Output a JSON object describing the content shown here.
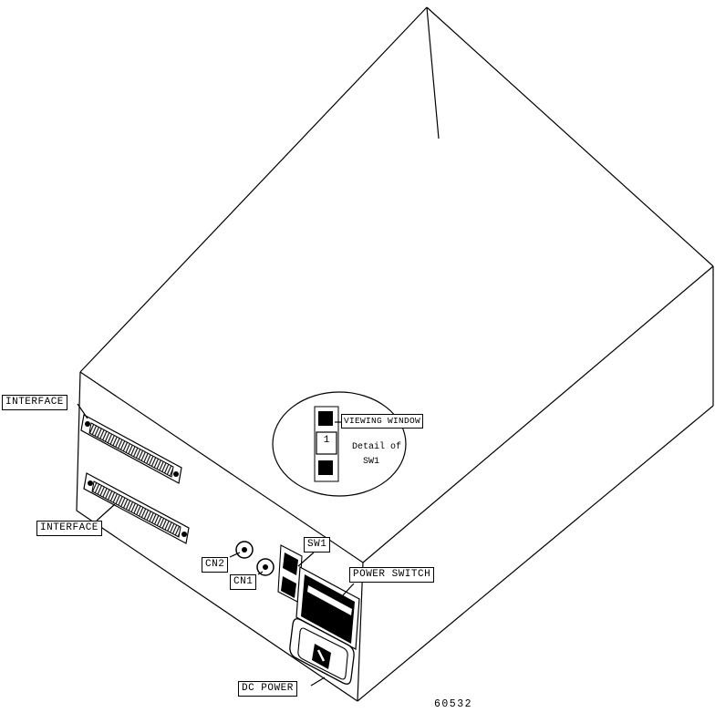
{
  "colors": {
    "line": "#000000",
    "background": "#ffffff",
    "component_fill": "#000000"
  },
  "labels": {
    "interface_top": "INTERFACE",
    "interface_bottom": "INTERFACE",
    "cn2": "CN2",
    "cn1": "CN1",
    "sw1": "SW1",
    "power_switch": "POWER SWITCH",
    "dc_power": "DC POWER",
    "viewing_window": "VIEWING WINDOW"
  },
  "detail_balloon": {
    "caption_line1": "Detail of",
    "caption_line2": "SW1",
    "window_digit": "1"
  },
  "figure": {
    "number": "60532"
  }
}
